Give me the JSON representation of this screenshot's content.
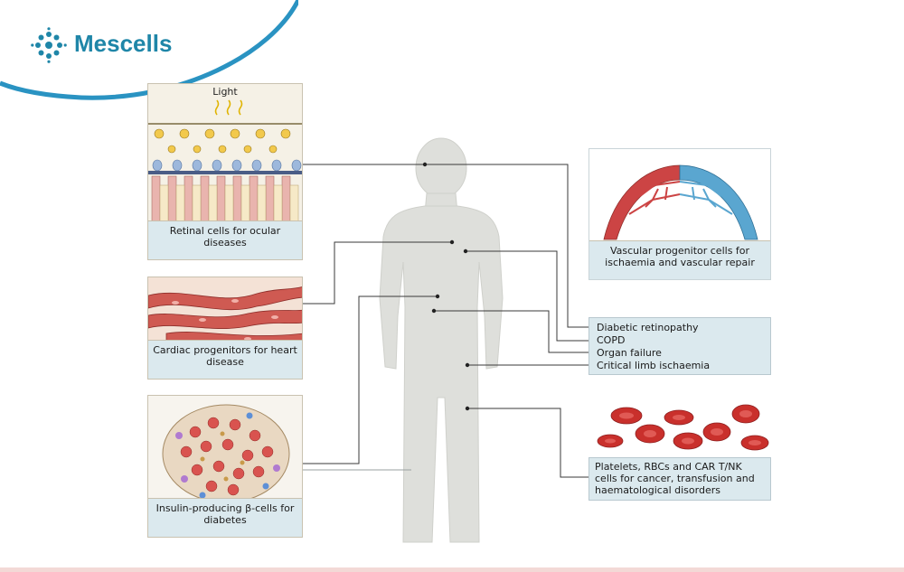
{
  "brand": {
    "name": "Mescells",
    "accent": "#1f86a8",
    "swoosh": "#2a93c2"
  },
  "retina_panel": {
    "light_label": "Light",
    "caption": "Retinal cells for ocular diseases"
  },
  "cardiac_panel": {
    "caption": "Cardiac progenitors for heart disease"
  },
  "islet_panel": {
    "caption": "Insulin-producing β-cells for diabetes"
  },
  "vascular_panel": {
    "caption": "Vascular progenitor cells for ischaemia and vascular repair"
  },
  "diseases": {
    "items": [
      "Diabetic retinopathy",
      "COPD",
      "Organ failure",
      "Critical limb ischaemia"
    ]
  },
  "blood_panel": {
    "caption": "Platelets, RBCs and CAR T/NK cells for cancer, transfusion and haematological disorders"
  },
  "colors": {
    "body": "#dedfdb",
    "caption_bg": "#dbe9ee",
    "rbc": "#c9302c",
    "vessel_red": "#cc4444",
    "vessel_blue": "#5aa6d0"
  },
  "icons": [
    "mescells-logo-icon",
    "light-rays-icon"
  ]
}
